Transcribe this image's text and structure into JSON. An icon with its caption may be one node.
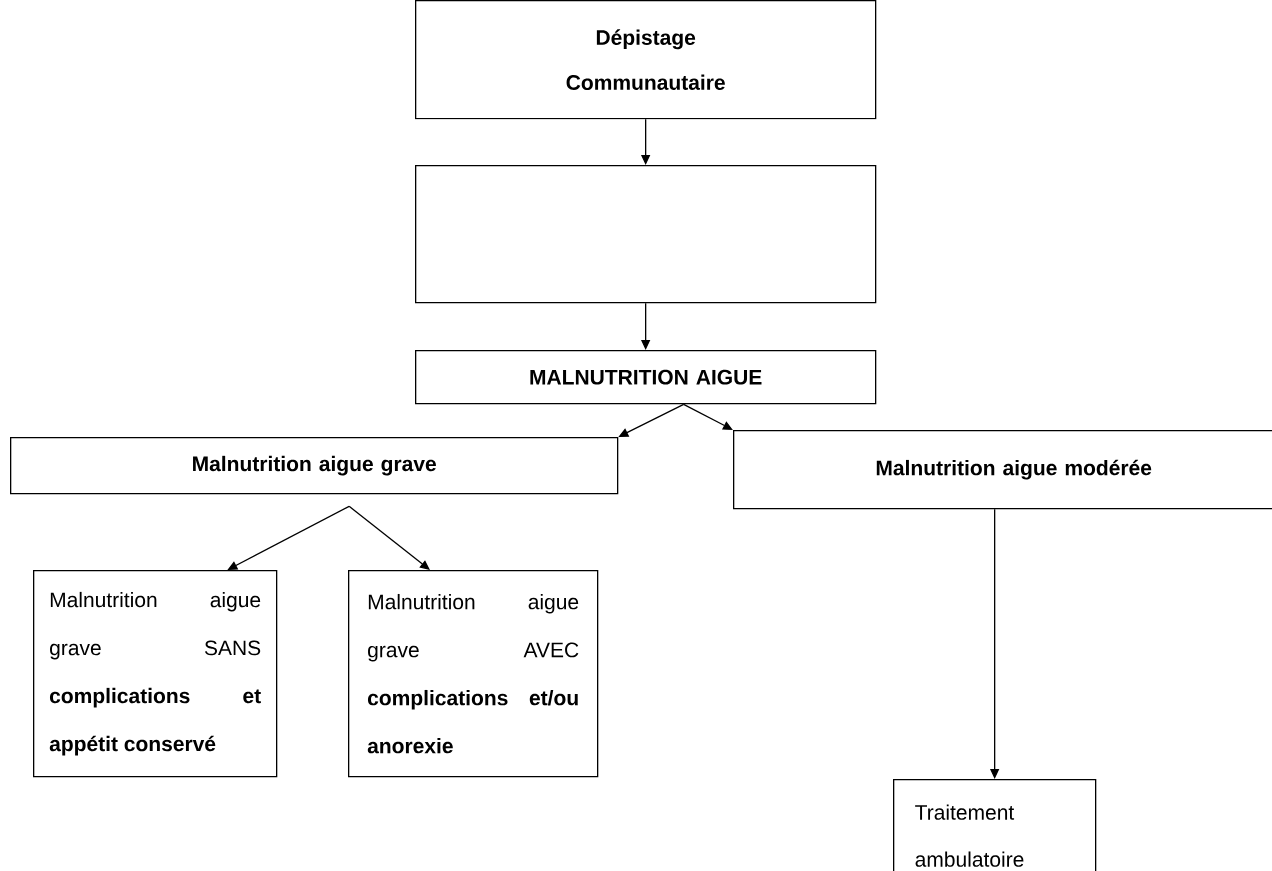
{
  "diagram": {
    "nodes": [
      {
        "text": [
          "Dépistage Communautaire"
        ]
      },
      {
        "text": [],
        "shape": "box"
      },
      {
        "text": [
          "MALNUTRITION AIGUE"
        ]
      },
      {
        "text": [
          "Malnutrition aigue grave"
        ]
      },
      {
        "text": [
          "Malnutrition aigue modérée"
        ]
      },
      {
        "text": [
          "Malnutrition aigue grave SANS **complications et appétit conservé**"
        ]
      },
      {
        "text": [
          "Malnutrition aigue grave AVEC **complications et/ou anorexie**"
        ]
      },
      {
        "text": [
          "Traitement ambulatoire"
        ]
      }
    ],
    "edges": [
      {
        "from": 0,
        "to": 1,
        "arrow": "to"
      },
      {
        "from": 1,
        "to": 2,
        "arrow": "to"
      },
      {
        "from": 2,
        "to": 3,
        "arrow": "to"
      },
      {
        "from": 2,
        "to": 4,
        "arrow": "to"
      },
      {
        "from": 3,
        "to": 5,
        "arrow": "to"
      },
      {
        "from": 3,
        "to": 6,
        "arrow": "to"
      },
      {
        "from": 4,
        "to": 7,
        "arrow": "to"
      }
    ]
  }
}
